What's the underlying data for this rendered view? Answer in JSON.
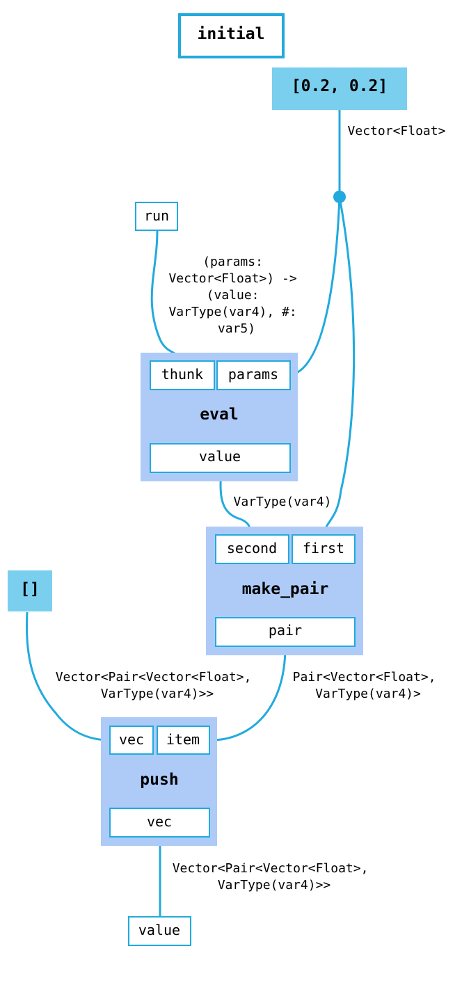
{
  "initial": {
    "label": "initial"
  },
  "literals": {
    "vector_literal": "[0.2, 0.2]",
    "empty_list": "[]"
  },
  "inputs": {
    "run": "run"
  },
  "outputs": {
    "value": "value"
  },
  "blocks": {
    "eval": {
      "title": "eval",
      "inputs": [
        "thunk",
        "params"
      ],
      "output": "value"
    },
    "make_pair": {
      "title": "make_pair",
      "inputs": [
        "second",
        "first"
      ],
      "output": "pair"
    },
    "push": {
      "title": "push",
      "inputs": [
        "vec",
        "item"
      ],
      "output": "vec"
    }
  },
  "edge_labels": {
    "vector_float": [
      "Vector<Float>"
    ],
    "thunk_type": [
      "(params:",
      "Vector<Float>) ->",
      "(value:",
      "VarType(var4), #:",
      "var5)"
    ],
    "vartype": [
      "VarType(var4)"
    ],
    "empty_to_vec": [
      "Vector<Pair<Vector<Float>,",
      "VarType(var4)>>"
    ],
    "pair_to_item": [
      "Pair<Vector<Float>,",
      "VarType(var4)>"
    ],
    "push_to_value": [
      "Vector<Pair<Vector<Float>,",
      "VarType(var4)>>"
    ]
  },
  "colors": {
    "wire": "#22aadd",
    "block_fill": "#aecbf8",
    "literal_fill": "#7acfee",
    "pad_fill": "#ffffff"
  }
}
